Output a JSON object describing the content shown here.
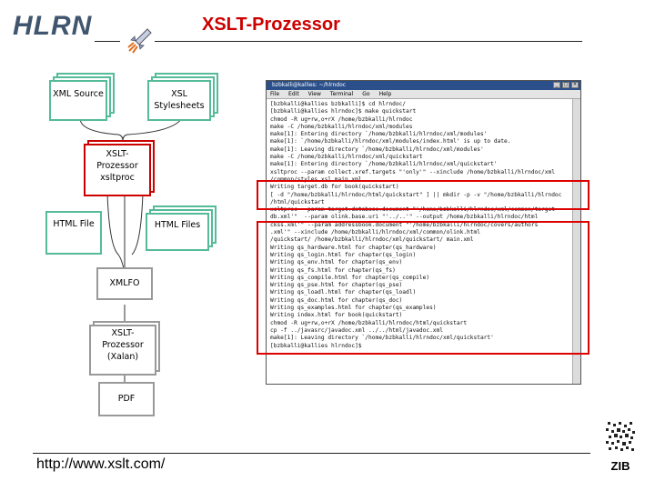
{
  "header": {
    "logo_text": "HLRN",
    "title": "XSLT-Prozessor"
  },
  "diagram": {
    "xml_source": "XML Source",
    "xsl_stylesheets": "XSL Stylesheets",
    "xsltproc": "XSLT-Prozessor xsltproc",
    "html_file": "HTML File",
    "html_files": "HTML Files",
    "xmlfo": "XMLFO",
    "xalan": "XSLT-Prozessor (Xalan)",
    "pdf": "PDF"
  },
  "terminal": {
    "window_title": "bzbkalli@kallies: ~/hlrndoc",
    "menu": [
      "File",
      "Edit",
      "View",
      "Terminal",
      "Go",
      "Help"
    ],
    "lines": [
      "[bzbkalli@kallies bzbkalli]$ cd hlrndoc/",
      "[bzbkalli@kallies hlrndoc]$ make quickstart",
      "chmod -R ug+rw,o+rX /home/bzbkalli/hlrndoc",
      "make -C /home/bzbkalli/hlrndoc/xml/modules",
      "make[1]: Entering directory `/home/bzbkalli/hlrndoc/xml/modules'",
      "make[1]: `/home/bzbkalli/hlrndoc/xml/modules/index.html' is up to date.",
      "make[1]: Leaving directory `/home/bzbkalli/hlrndoc/xml/modules'",
      "make -C /home/bzbkalli/hlrndoc/xml/quickstart",
      "make[1]: Entering directory `/home/bzbkalli/hlrndoc/xml/quickstart'",
      "xsltproc --param collect.xref.targets \"'only'\" --xinclude /home/bzbkalli/hlrndoc/xml",
      "/common/styles.xsl main.xml",
      "Writing target.db for book(quickstart)",
      "[ -d \"/home/bzbkalli/hlrndoc/html/quickstart\" ] || mkdir -p -v \"/home/bzbkalli/hlrndoc",
      "/html/quickstart",
      "xsltproc --param target.database.document \"'/home/bzbkalli/hlrndoc/xml/common/target",
      "db.xml'\"  --param olink.base.uri \"'../..'\" --output /home/bzbkalli/hlrndoc/html",
      "ckss.xml'\" --param addressbook.document \"'/home/bzbkalli/hlrndoc/covers/authors",
      ".xml'\" --xinclude /home/bzbkalli/hlrndoc/xml/common/olink.html",
      "/quickstart/ /home/bzbkalli/hlrndoc/xml/quickstart/ main.xml",
      "Writing qs_hardware.html for chapter(qs_hardware)",
      "Writing qs_login.html for chapter(qs_login)",
      "Writing qs_env.html for chapter(qs_env)",
      "Writing qs_fs.html for chapter(qs_fs)",
      "Writing qs_compile.html for chapter(qs_compile)",
      "Writing qs_pse.html for chapter(qs_pse)",
      "Writing qs_loadl.html for chapter(qs_loadl)",
      "Writing qs_doc.html for chapter(qs_doc)",
      "Writing qs_examples.html for chapter(qs_examples)",
      "Writing index.html for book(quickstart)",
      "chmod -R ug+rw,o+rX /home/bzbkalli/hlrndoc/html/quickstart",
      "cp -f ../javasrc/javadoc.xml ../../html/javadoc.xml",
      "make[1]: Leaving directory `/home/bzbkalli/hlrndoc/xml/quickstart'",
      "[bzbkalli@kallies hlrndoc]$"
    ]
  },
  "footer": {
    "url": "http://www.xslt.com/",
    "corner_logo_text": "ZIB"
  }
}
